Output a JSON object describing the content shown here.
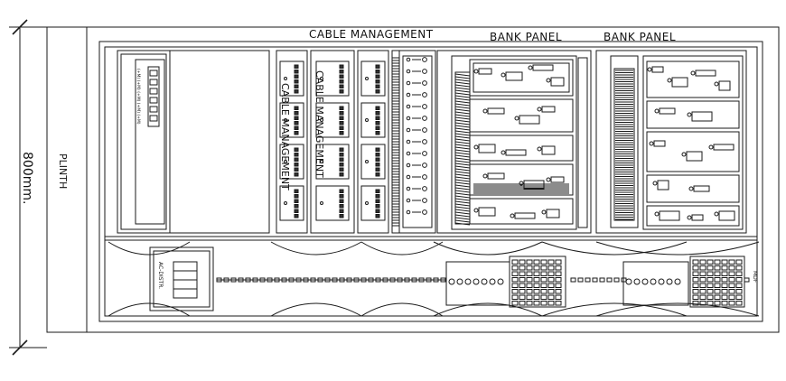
{
  "labels": {
    "cable_management_top": "CABLE MANAGEMENT",
    "bank_panel_1": "BANK PANEL",
    "bank_panel_2": "BANK PANEL",
    "cable_management_vert_1": "CABLE MANAGEMENT",
    "cable_management_vert_2": "CABLE MANAGEMENT",
    "plinth": "PLINTH",
    "dimension_height": "800mm.",
    "ac_distr": "AC-DISTR.",
    "mdf": "MDF",
    "left_panel_text": "(+M) (+M) (+M) (+M) (+M)"
  },
  "colors": {
    "line": "#1a1a1a",
    "background": "#ffffff",
    "fill_dark": "#333333"
  }
}
